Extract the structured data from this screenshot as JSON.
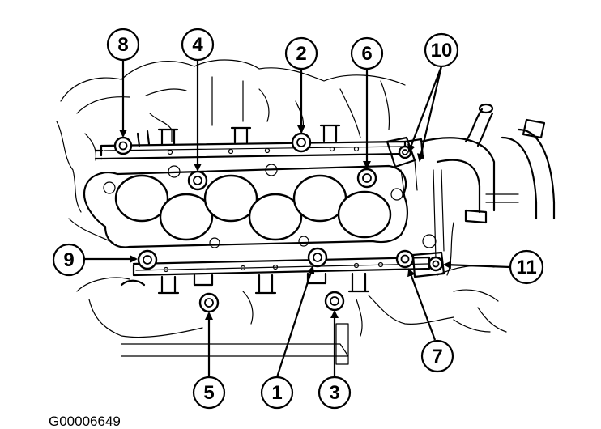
{
  "figure_code": "G00006649",
  "callouts": [
    {
      "id": "callout-8",
      "label": "8"
    },
    {
      "id": "callout-4",
      "label": "4"
    },
    {
      "id": "callout-2",
      "label": "2"
    },
    {
      "id": "callout-6",
      "label": "6"
    },
    {
      "id": "callout-10",
      "label": "10"
    },
    {
      "id": "callout-9",
      "label": "9"
    },
    {
      "id": "callout-11",
      "label": "11"
    },
    {
      "id": "callout-7",
      "label": "7"
    },
    {
      "id": "callout-5",
      "label": "5"
    },
    {
      "id": "callout-1",
      "label": "1"
    },
    {
      "id": "callout-3",
      "label": "3"
    }
  ]
}
